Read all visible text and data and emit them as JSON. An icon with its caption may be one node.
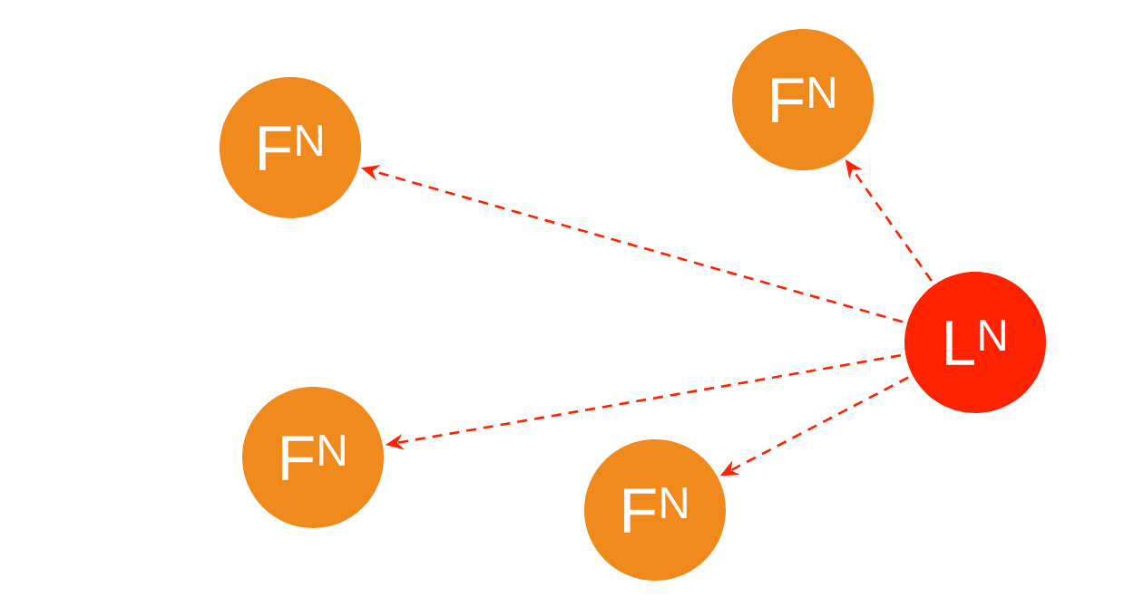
{
  "diagram": {
    "nodes": [
      {
        "text": [
          "F$^{N}$"
        ]
      },
      {
        "text": [
          "F$^{N}$"
        ]
      },
      {
        "text": [
          "L$^{N}$"
        ]
      },
      {
        "text": [
          "F$^{N}$"
        ]
      },
      {
        "text": [
          "F$^{N}$"
        ]
      }
    ],
    "edges": [
      {
        "from": 2,
        "to": 0,
        "arrow": "to",
        "style": "dashed",
        "color": "#ff2200"
      },
      {
        "from": 2,
        "to": 1,
        "arrow": "to",
        "style": "dashed",
        "color": "#ff2200"
      },
      {
        "from": 2,
        "to": 3,
        "arrow": "to",
        "style": "dashed",
        "color": "#ff2200"
      },
      {
        "from": 2,
        "to": 4,
        "arrow": "to",
        "style": "dashed",
        "color": "#ff2200"
      }
    ]
  }
}
